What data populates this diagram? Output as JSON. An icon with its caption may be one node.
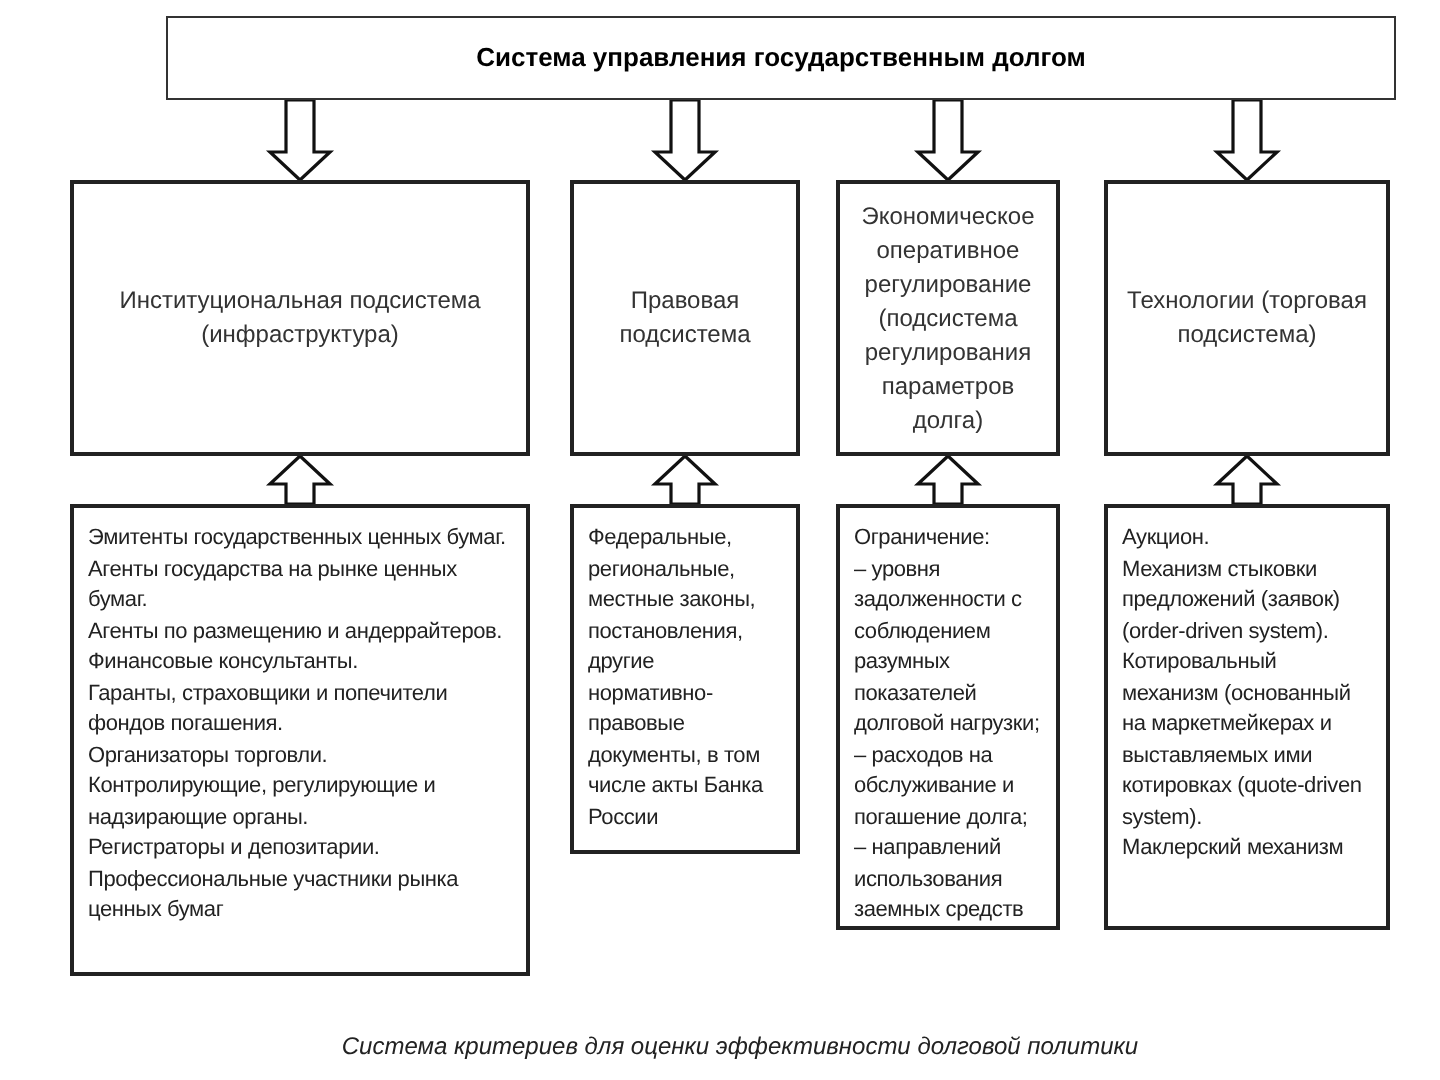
{
  "diagram": {
    "caption": "Система критериев для оценки эффективности долговой политики",
    "nodes": [
      {
        "text": [
          "Система управления государственным долгом"
        ]
      },
      {
        "text": [
          "Институциональная подсистема (инфраструктура)"
        ]
      },
      {
        "text": [
          "Правовая подсистема"
        ]
      },
      {
        "text": [
          "Экономическое оперативное регулирование (подсистема регулирования параметров долга)"
        ]
      },
      {
        "text": [
          "Технологии (торговая подсистема)"
        ]
      },
      {
        "text": [
          "Эмитенты государственных ценных бумаг.",
          "Агенты государства на рынке ценных бумаг.",
          "Агенты по размещению и андеррайтеров.",
          "Финансовые консультанты.",
          "Гаранты, страховщики и попечители фондов погашения.",
          "Организаторы торговли.",
          "Контролирующие, регулирующие и надзирающие органы.",
          "Регистраторы и депозитарии.",
          "Профессиональные участники рынка ценных бумаг"
        ]
      },
      {
        "text": [
          "Федеральные, региональные, местные законы, постановления, другие нормативно-правовые документы, в том числе акты Банка России"
        ]
      },
      {
        "text": [
          "Ограничение:",
          "– уровня задолженности с соблюдением разумных показателей долговой нагрузки;",
          "– расходов на обслуживание и погашение долга;",
          "– направлений использования заемных средств"
        ]
      },
      {
        "text": [
          "Аукцион.",
          "Механизм стыковки предложений (заявок) (order-driven system).",
          "Котировальный механизм (основанный на маркетмейкерах и выставляемых ими котировках (quote-driven system).",
          "Маклерский механизм"
        ]
      }
    ],
    "edges": [
      {
        "from": 0,
        "to": 1,
        "arrow": "to"
      },
      {
        "from": 0,
        "to": 2,
        "arrow": "to"
      },
      {
        "from": 0,
        "to": 3,
        "arrow": "to"
      },
      {
        "from": 0,
        "to": 4,
        "arrow": "to"
      },
      {
        "from": 5,
        "to": 1,
        "arrow": "to"
      },
      {
        "from": 6,
        "to": 2,
        "arrow": "to"
      },
      {
        "from": 7,
        "to": 3,
        "arrow": "to"
      },
      {
        "from": 8,
        "to": 4,
        "arrow": "to"
      }
    ]
  }
}
